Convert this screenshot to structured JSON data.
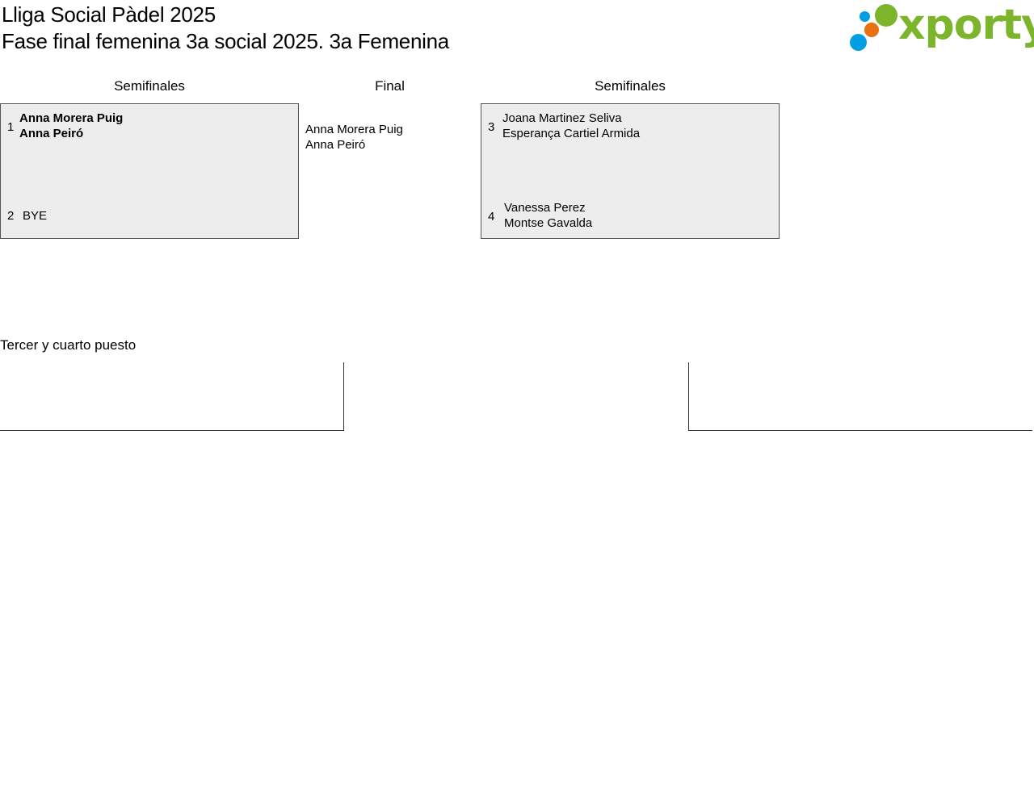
{
  "header": {
    "title": "Lliga Social Pàdel 2025",
    "subtitle": "Fase final femenina 3a social 2025. 3a Femenina"
  },
  "logo": {
    "text": "xporty",
    "color": "#7cb52c",
    "dot_colors": [
      "#009fe3",
      "#e8700e",
      "#7cb52c"
    ]
  },
  "rounds": {
    "left": "Semifinales",
    "final": "Final",
    "right": "Semifinales"
  },
  "semifinal_1": {
    "team_1": {
      "seed": "1",
      "player_1": "Anna Morera Puig",
      "player_2": "Anna Peiró",
      "winner": true
    },
    "team_2": {
      "seed": "2",
      "name": "BYE"
    }
  },
  "semifinal_2": {
    "team_1": {
      "seed": "3",
      "player_1": "Joana Martinez Seliva",
      "player_2": "Esperança Cartiel Armida"
    },
    "team_2": {
      "seed": "4",
      "player_1": "Vanessa Perez",
      "player_2": "Montse Gavalda"
    }
  },
  "final": {
    "team": {
      "player_1": "Anna Morera Puig",
      "player_2": "Anna Peiró"
    }
  },
  "third_place": {
    "label": "Tercer y cuarto puesto"
  },
  "colors": {
    "box_background": "#ededed",
    "box_border": "#555555"
  }
}
